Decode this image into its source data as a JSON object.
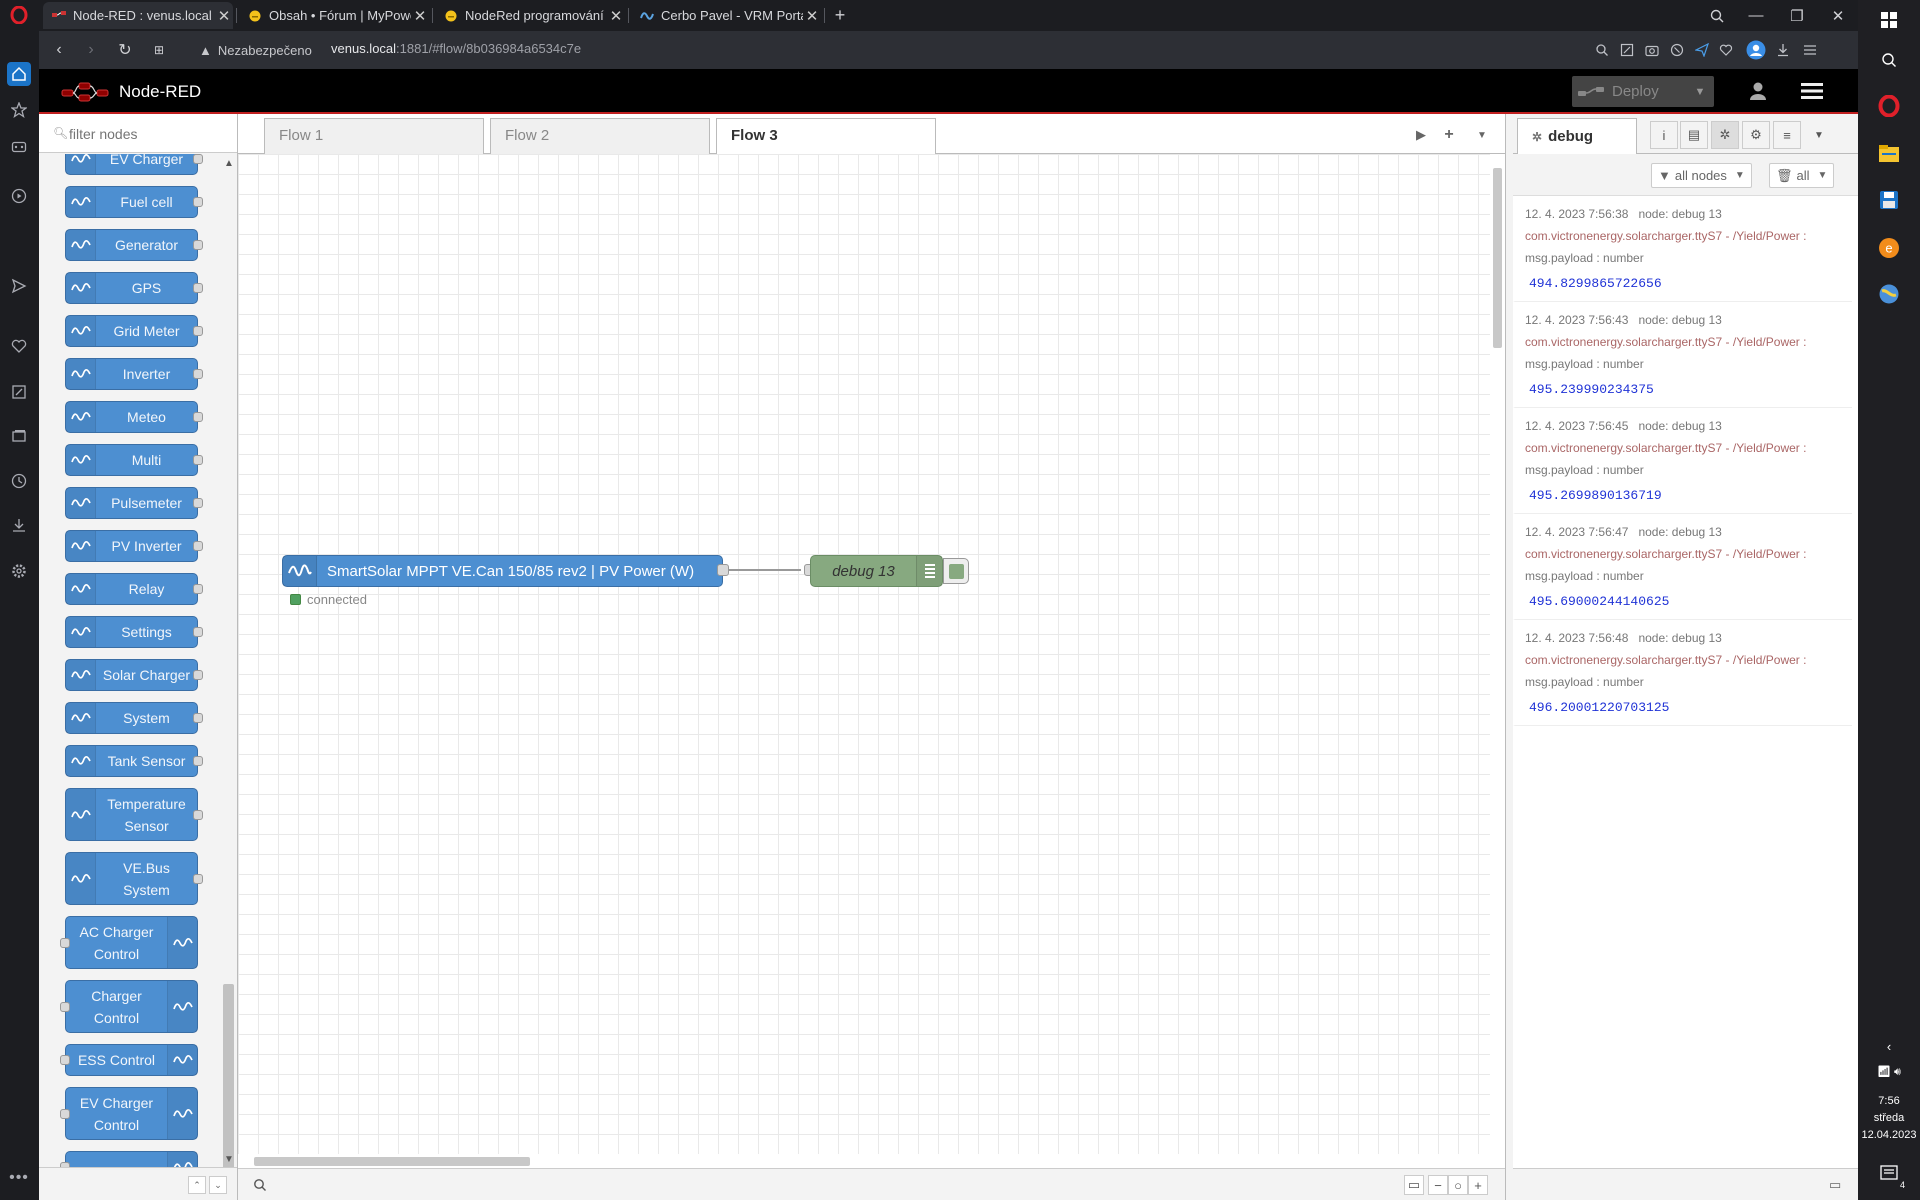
{
  "browser": {
    "tabs": [
      {
        "title": "Node-RED : venus.local",
        "active": true
      },
      {
        "title": "Obsah • Fórum | MyPower.cz"
      },
      {
        "title": "NodeRed programování • Fórum"
      },
      {
        "title": "Cerbo Pavel - VRM Portal"
      }
    ],
    "new_tab": "+",
    "security_label": "Nezabezpečeno",
    "url_host": "venus.local",
    "url_rest": ":1881/#flow/8b036984a6534c7e"
  },
  "nodered": {
    "title": "Node-RED",
    "deploy_label": "Deploy"
  },
  "palette": {
    "search_placeholder": "filter nodes",
    "nodes": [
      {
        "label": "EV Charger",
        "port": "right",
        "lines": 1,
        "partial": true
      },
      {
        "label": "Fuel cell",
        "port": "right",
        "lines": 1
      },
      {
        "label": "Generator",
        "port": "right",
        "lines": 1
      },
      {
        "label": "GPS",
        "port": "right",
        "lines": 1
      },
      {
        "label": "Grid Meter",
        "port": "right",
        "lines": 1
      },
      {
        "label": "Inverter",
        "port": "right",
        "lines": 1
      },
      {
        "label": "Meteo",
        "port": "right",
        "lines": 1
      },
      {
        "label": "Multi",
        "port": "right",
        "lines": 1
      },
      {
        "label": "Pulsemeter",
        "port": "right",
        "lines": 1
      },
      {
        "label": "PV Inverter",
        "port": "right",
        "lines": 1
      },
      {
        "label": "Relay",
        "port": "right",
        "lines": 1
      },
      {
        "label": "Settings",
        "port": "right",
        "lines": 1
      },
      {
        "label": "Solar Charger",
        "port": "right",
        "lines": 1
      },
      {
        "label": "System",
        "port": "right",
        "lines": 1
      },
      {
        "label": "Tank Sensor",
        "port": "right",
        "lines": 1
      },
      {
        "label": "Temperature Sensor",
        "port": "right",
        "lines": 2
      },
      {
        "label": "VE.Bus System",
        "port": "right",
        "lines": 2
      },
      {
        "label": "AC Charger Control",
        "port": "left",
        "lines": 2
      },
      {
        "label": "Charger Control",
        "port": "left",
        "lines": 2
      },
      {
        "label": "ESS Control",
        "port": "left",
        "lines": 1
      },
      {
        "label": "EV Charger Control",
        "port": "left",
        "lines": 2
      },
      {
        "label": "",
        "port": "left",
        "lines": 1,
        "partial": true
      }
    ]
  },
  "workspace": {
    "tabs": [
      "Flow 1",
      "Flow 2",
      "Flow 3"
    ],
    "active_tab": 2,
    "nodes": {
      "source_label": "SmartSolar MPPT VE.Can 150/85 rev2 | PV Power (W)",
      "source_status": "connected",
      "debug_label": "debug 13"
    }
  },
  "sidebar": {
    "tab_label": "debug",
    "filter_nodes": "all nodes",
    "clear_label": "all",
    "messages": [
      {
        "time": "12. 4. 2023 7:56:38",
        "node": "node: debug 13",
        "topic": "com.victronenergy.solarcharger.ttyS7 - /Yield/Power :",
        "type": "msg.payload : number",
        "value": "494.8299865722656"
      },
      {
        "time": "12. 4. 2023 7:56:43",
        "node": "node: debug 13",
        "topic": "com.victronenergy.solarcharger.ttyS7 - /Yield/Power :",
        "type": "msg.payload : number",
        "value": "495.239990234375"
      },
      {
        "time": "12. 4. 2023 7:56:45",
        "node": "node: debug 13",
        "topic": "com.victronenergy.solarcharger.ttyS7 - /Yield/Power :",
        "type": "msg.payload : number",
        "value": "495.2699890136719"
      },
      {
        "time": "12. 4. 2023 7:56:47",
        "node": "node: debug 13",
        "topic": "com.victronenergy.solarcharger.ttyS7 - /Yield/Power :",
        "type": "msg.payload : number",
        "value": "495.69000244140625"
      },
      {
        "time": "12. 4. 2023 7:56:48",
        "node": "node: debug 13",
        "topic": "com.victronenergy.solarcharger.ttyS7 - /Yield/Power :",
        "type": "msg.payload : number",
        "value": "496.20001220703125"
      }
    ]
  },
  "taskbar": {
    "time": "7:56",
    "day": "středa",
    "date": "12.04.2023",
    "notif_count": "4"
  },
  "colors": {
    "node_blue": "#4d8fd1",
    "debug_green": "#87a980",
    "header_bg": "#000000",
    "accent_red": "#c02020"
  }
}
